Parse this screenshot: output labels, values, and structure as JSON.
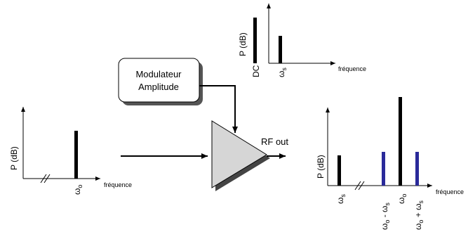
{
  "colors": {
    "black": "#000000",
    "blue": "#2a2a9a",
    "amplifier_fill": "#d6d6d6",
    "shadow": "#555555"
  },
  "top_spectrum": {
    "ylabel": "P (dB)",
    "xlabel": "fréquence",
    "bars": [
      {
        "symbol": "DC",
        "sub": "",
        "level": 0.85,
        "color": "#000000"
      },
      {
        "symbol": "ω",
        "sub": "s",
        "level": 0.47,
        "color": "#000000"
      }
    ]
  },
  "modulator": {
    "line1": "Modulateur",
    "line2": "Amplitude"
  },
  "input_spectrum": {
    "ylabel": "P (dB)",
    "xlabel": "fréquence",
    "bars": [
      {
        "symbol": "ω",
        "sub": "o",
        "level": 0.6,
        "color": "#000000"
      }
    ]
  },
  "amplifier": {
    "output_label": "RF out"
  },
  "output_spectrum": {
    "ylabel": "P (dB)",
    "xlabel": "fréquence",
    "bars": [
      {
        "symbol": "ω",
        "sub": "s",
        "label_parts": [
          [
            "ω",
            ""
          ],
          [
            "s",
            "sub"
          ]
        ],
        "level": 0.3,
        "color": "#000000"
      },
      {
        "symbol": "ωo - ωs",
        "label_parts": [
          [
            "ω",
            ""
          ],
          [
            "o",
            "sub"
          ],
          [
            " - ω",
            ""
          ],
          [
            "s",
            "sub"
          ]
        ],
        "level": 0.45,
        "color": "#2a2a9a"
      },
      {
        "symbol": "ωo",
        "label_parts": [
          [
            "ω",
            ""
          ],
          [
            "o",
            "sub"
          ]
        ],
        "level": 1.0,
        "color": "#000000"
      },
      {
        "symbol": "ωo + ωs",
        "label_parts": [
          [
            "ω",
            ""
          ],
          [
            "o",
            "sub"
          ],
          [
            " + ω",
            ""
          ],
          [
            "s",
            "sub"
          ]
        ],
        "level": 0.45,
        "color": "#2a2a9a"
      }
    ]
  }
}
